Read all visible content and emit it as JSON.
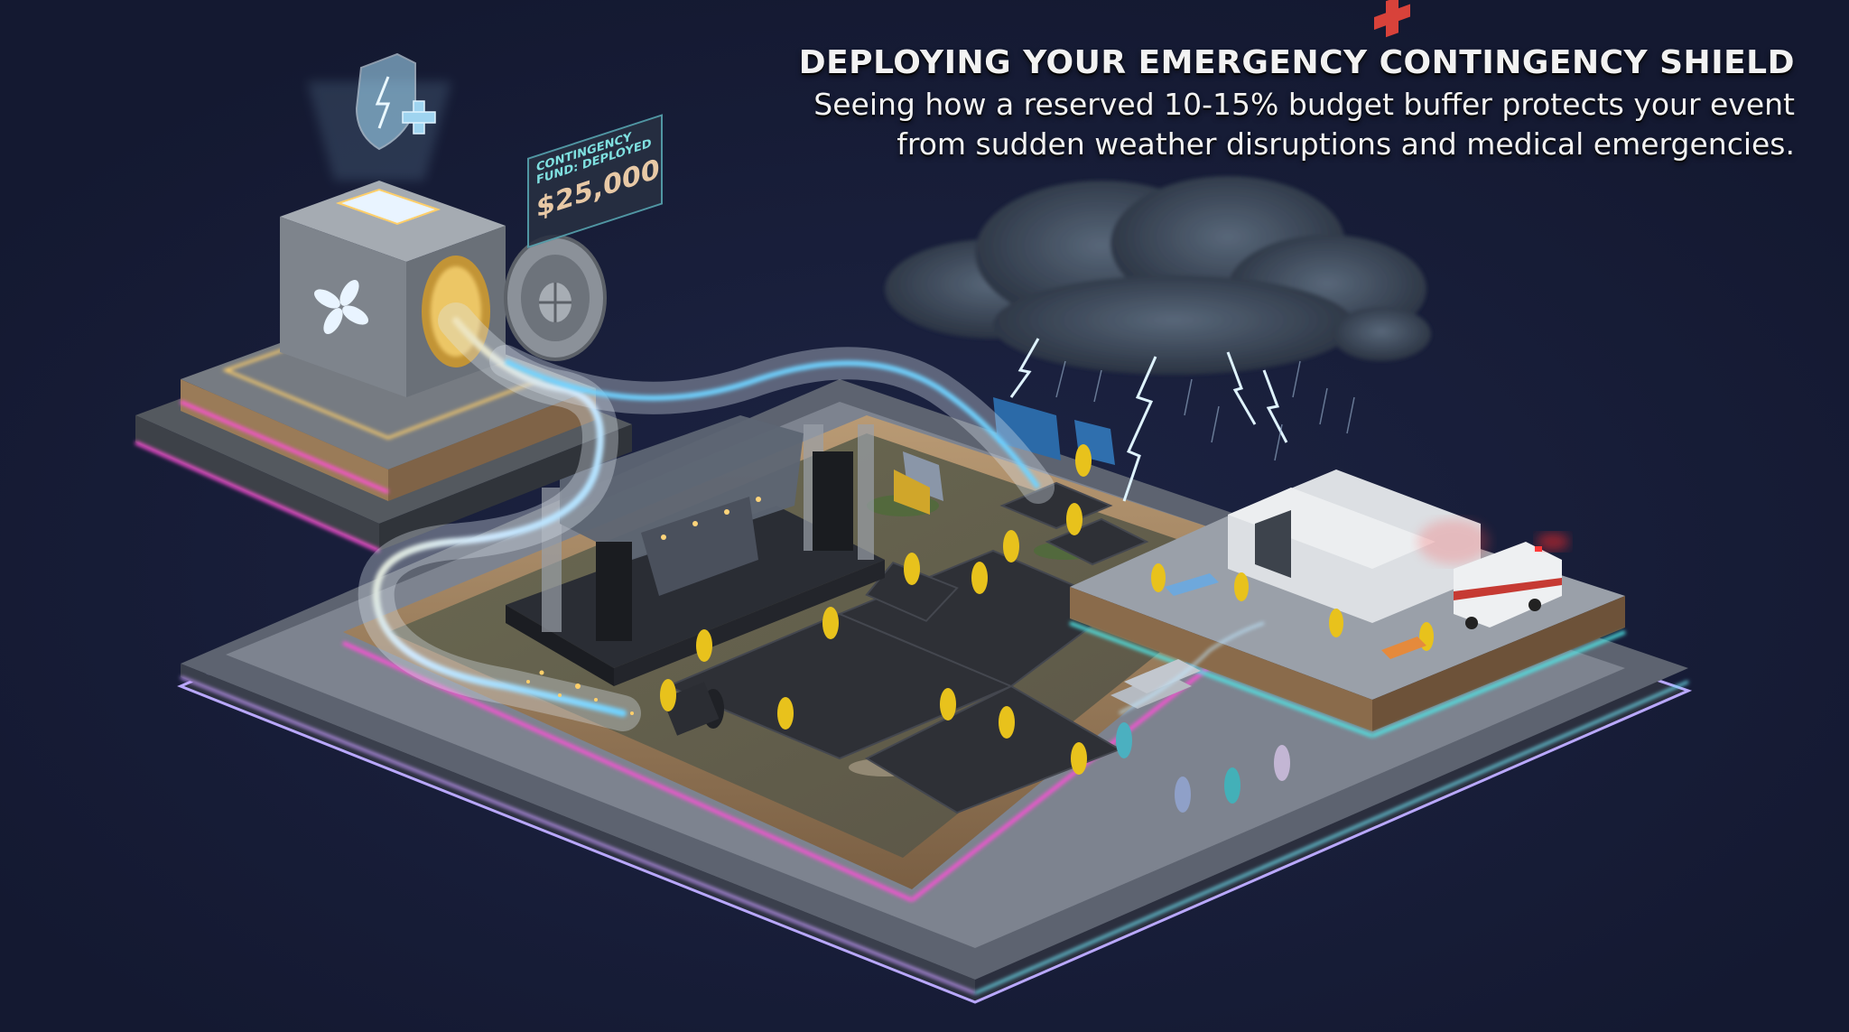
{
  "header": {
    "title": "DEPLOYING YOUR EMERGENCY CONTINGENCY SHIELD",
    "subtitle_line1": "Seeing how a reserved 10-15% budget buffer protects your event",
    "subtitle_line2": "from sudden weather disruptions and medical emergencies."
  },
  "fund_panel": {
    "label": "CONTINGENCY FUND: DEPLOYED",
    "amount": "$25,000"
  },
  "scene": {
    "vault": {
      "icon": "vault-icon",
      "emblem": "four-petal-flower-icon"
    },
    "hologram": {
      "icon": "shield-lightning-plus-icon"
    },
    "pipe": {
      "icon": "fund-flow-pipe"
    },
    "storm": {
      "icon": "storm-cloud-lightning-icon"
    },
    "stage": {
      "label": "covered-concert-stage"
    },
    "ground_mats": {
      "label": "emergency-ground-mats"
    },
    "medical_tent": {
      "icon": "red-cross-icon"
    },
    "ambulance": {
      "icon": "ambulance-icon",
      "symbol": "star-of-life-icon"
    }
  },
  "colors": {
    "background": "#151a33",
    "neon_pink": "#ff4fd8",
    "neon_cyan": "#4fe6e6",
    "neon_violet": "#b9a8ff",
    "gold_glow": "#ffcf6a",
    "hologram_blue": "#9fd4f0",
    "raincoat_yellow": "#e8c21c",
    "medical_red": "#d8423a"
  }
}
